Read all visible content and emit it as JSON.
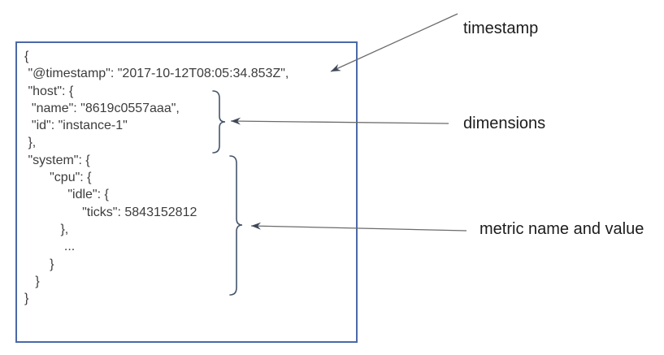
{
  "figure": {
    "description_colors": {
      "box_border": "#4a69a8",
      "brace": "#44546a",
      "arrow_line": "#6b6b6b",
      "arrow_head": "#3e4757",
      "code_text": "#3c3c3c",
      "label_text": "#1c1c1c"
    },
    "document": {
      "json_lines": [
        "{",
        " \"@timestamp\": \"2017-10-12T08:05:34.853Z\",",
        " \"host\": {",
        "  \"name\": \"8619c0557aaa\",",
        "  \"id\": \"instance-1\"",
        " },",
        " \"system\": {",
        "       \"cpu\": {",
        "            \"idle\": {",
        "                \"ticks\": 5843152812",
        "          },",
        "           ...",
        "       }",
        "   }",
        "}"
      ]
    },
    "annotations": [
      {
        "label": "timestamp"
      },
      {
        "label": "dimensions"
      },
      {
        "label": "metric name and value"
      }
    ]
  }
}
